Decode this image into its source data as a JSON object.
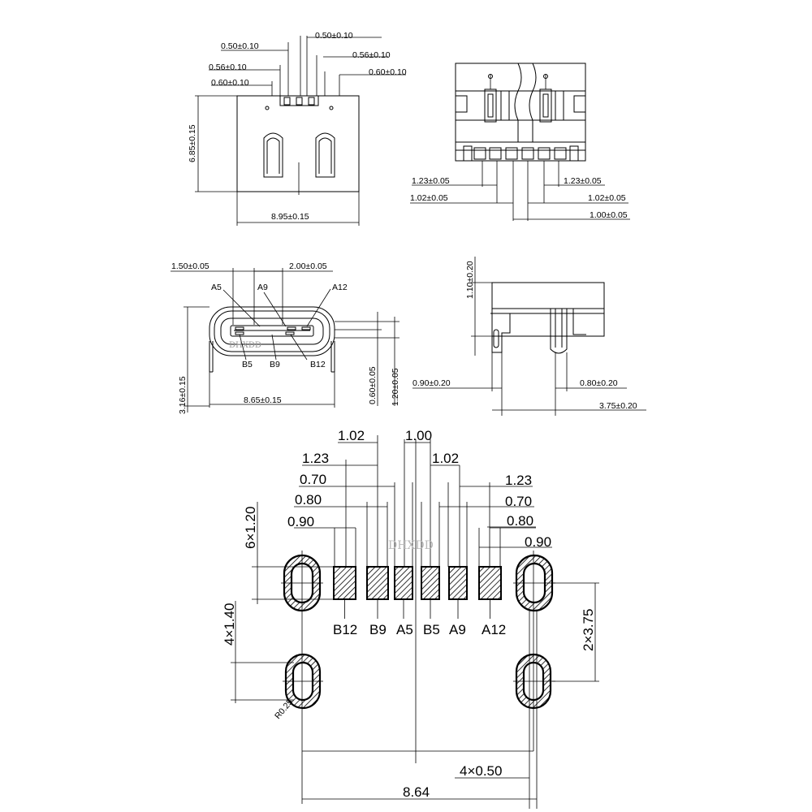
{
  "top_view": {
    "dim_w050_left": "0.50±0.10",
    "dim_w050_right": "0.50±0.10",
    "dim_w056_left": "0.56±0.10",
    "dim_w056_right": "0.56±0.10",
    "dim_w060_left": "0.60±0.10",
    "dim_w060_right": "0.60±0.10",
    "dim_height": "6.85±0.15",
    "dim_width": "8.95±0.15"
  },
  "front_view": {
    "dim_123_left": "1.23±0.05",
    "dim_123_right": "1.23±0.05",
    "dim_102_left": "1.02±0.05",
    "dim_102_right": "1.02±0.05",
    "dim_100": "1.00±0.05"
  },
  "port_view": {
    "dim_150": "1.50±0.05",
    "dim_200": "2.00±0.05",
    "label_a5": "A5",
    "label_a9": "A9",
    "label_a12": "A12",
    "label_b5": "B5",
    "label_b9": "B9",
    "label_b12": "B12",
    "dim_height": "3.16±0.15",
    "dim_width": "8.65±0.15",
    "dim_060": "0.60±0.05",
    "dim_120": "1.20±0.05",
    "watermark": "DHXDD"
  },
  "side_view": {
    "dim_110": "1.10±0.20",
    "dim_090": "0.90±0.20",
    "dim_080": "0.80±0.20",
    "dim_375": "3.75±0.20"
  },
  "footprint": {
    "dim_102_left": "1.02",
    "dim_100": "1.00",
    "dim_102_right": "1.02",
    "dim_123_left": "1.23",
    "dim_070_left": "0.70",
    "dim_080_left": "0.80",
    "dim_090_left": "0.90",
    "dim_123_right": "1.23",
    "dim_070_right": "0.70",
    "dim_080_right": "0.80",
    "dim_090_right": "0.90",
    "dim_pad_height": "6×1.20",
    "dim_hole_height": "4×1.40",
    "dim_hole_spacing": "2×3.75",
    "dim_hole_width": "4×0.50",
    "dim_total_width": "8.64",
    "radius_note": "R0.25",
    "watermark": "DHXDD",
    "pins": [
      {
        "label": "B12"
      },
      {
        "label": "B9"
      },
      {
        "label": "A5"
      },
      {
        "label": "B5"
      },
      {
        "label": "A9"
      },
      {
        "label": "A12"
      }
    ]
  }
}
